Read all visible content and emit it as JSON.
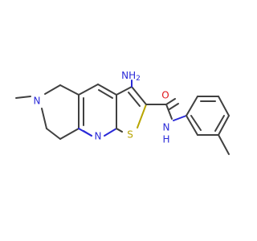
{
  "molecule": {
    "atom_labels": {
      "nh2": "NH",
      "nh2_sub": "2",
      "n_ring_methyl": "N",
      "n_pyridine": "N",
      "s_thiophene": "S",
      "o_carbonyl": "O",
      "nh_amide": "N",
      "h_amide": "H"
    },
    "colors": {
      "carbon_bond": "#404040",
      "nitrogen": "#2a2ad8",
      "sulfur": "#b8a500",
      "oxygen": "#e0161b"
    }
  }
}
